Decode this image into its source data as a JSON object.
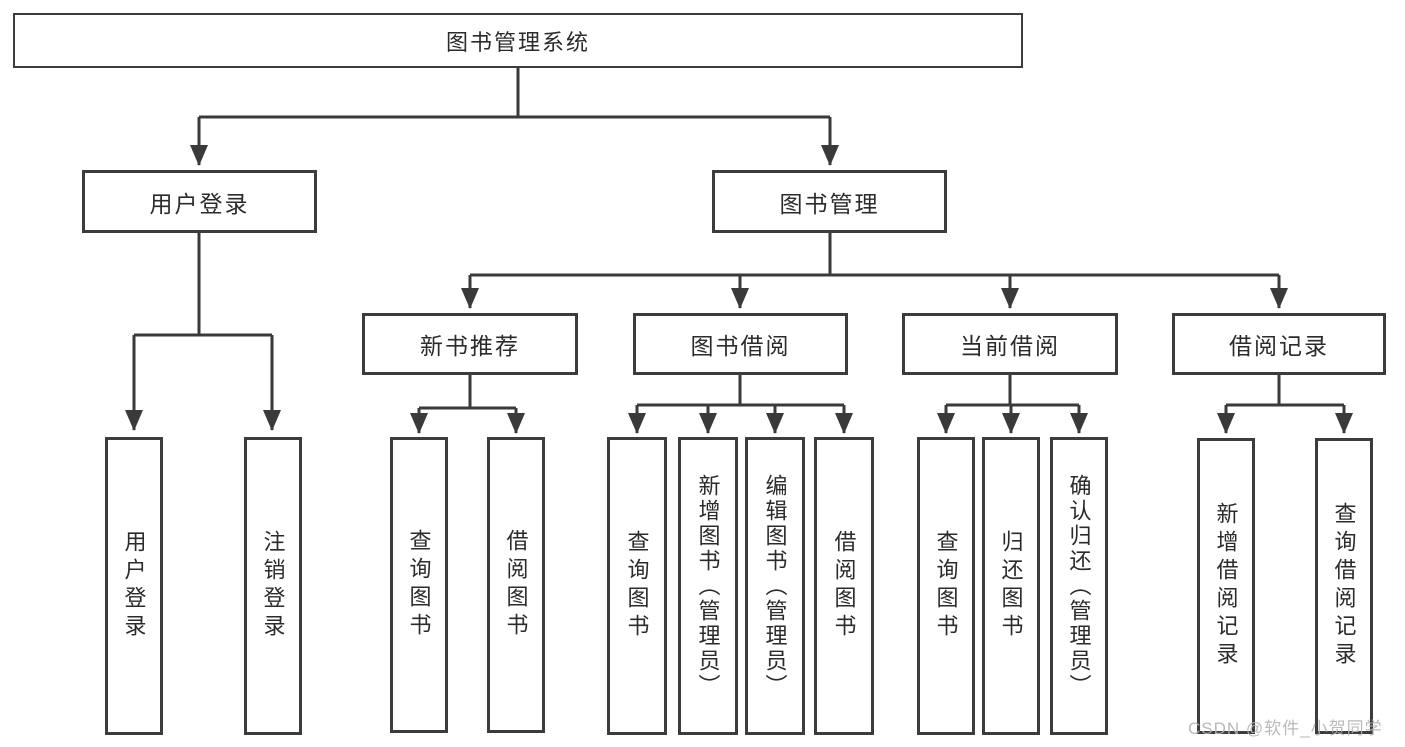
{
  "diagram": {
    "root": {
      "label": "图书管理系统"
    },
    "branches": [
      {
        "label": "用户登录",
        "children": [
          {
            "label": "用户登录"
          },
          {
            "label": "注销登录"
          }
        ]
      },
      {
        "label": "图书管理",
        "groups": [
          {
            "label": "新书推荐",
            "children": [
              {
                "label": "查询图书"
              },
              {
                "label": "借阅图书"
              }
            ]
          },
          {
            "label": "图书借阅",
            "children": [
              {
                "label": "查询图书"
              },
              {
                "label": "新增图书（管理员）"
              },
              {
                "label": "编辑图书（管理员）"
              },
              {
                "label": "借阅图书"
              }
            ]
          },
          {
            "label": "当前借阅",
            "children": [
              {
                "label": "查询图书"
              },
              {
                "label": "归还图书"
              },
              {
                "label": "确认归还（管理员）"
              }
            ]
          },
          {
            "label": "借阅记录",
            "children": [
              {
                "label": "新增借阅记录"
              },
              {
                "label": "查询借阅记录"
              }
            ]
          }
        ]
      }
    ]
  },
  "watermark": {
    "text": "CSDN @软件_小贺同学"
  },
  "colors": {
    "line": "#3a3a3a",
    "text": "#2b2b2b",
    "watermark": "#b3b3b3",
    "background": "#ffffff"
  }
}
